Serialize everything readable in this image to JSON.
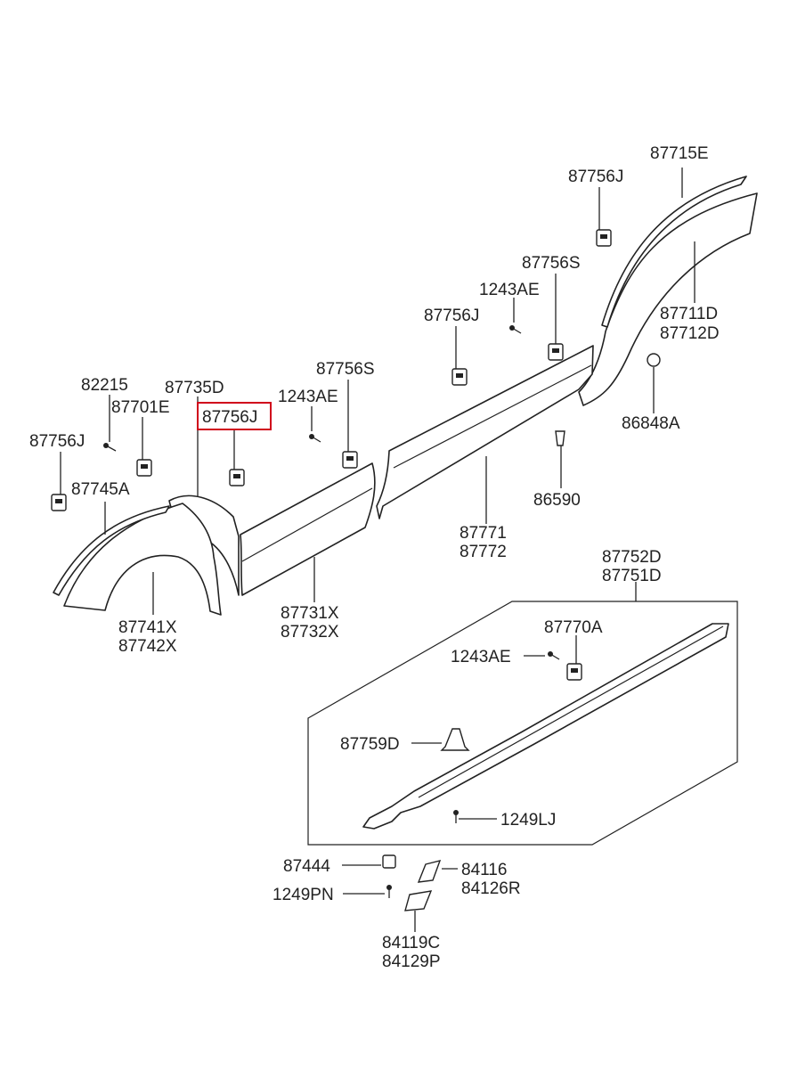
{
  "highlight": {
    "part": "87756J",
    "color": "#d0021b"
  },
  "labels": {
    "l_87715E": "87715E",
    "l_87756J_a": "87756J",
    "l_87756S_a": "87756S",
    "l_1243AE_a": "1243AE",
    "l_87756J_b": "87756J",
    "l_87711D": "87711D",
    "l_87712D": "87712D",
    "l_86848A": "86848A",
    "l_86590": "86590",
    "l_87771": "87771",
    "l_87772": "87772",
    "l_87756S_b": "87756S",
    "l_1243AE_b": "1243AE",
    "l_82215": "82215",
    "l_87735D": "87735D",
    "l_87701E": "87701E",
    "l_87756J_c": "87756J",
    "l_87756J_d": "87756J",
    "l_87745A": "87745A",
    "l_87741X": "87741X",
    "l_87742X": "87742X",
    "l_87731X": "87731X",
    "l_87732X": "87732X",
    "l_87752D": "87752D",
    "l_87751D": "87751D",
    "l_87770A": "87770A",
    "l_1243AE_c": "1243AE",
    "l_87759D": "87759D",
    "l_1249LJ": "1249LJ",
    "l_87444": "87444",
    "l_1249PN": "1249PN",
    "l_84116": "84116",
    "l_84126R": "84126R",
    "l_84119C": "84119C",
    "l_84129P": "84129P"
  }
}
